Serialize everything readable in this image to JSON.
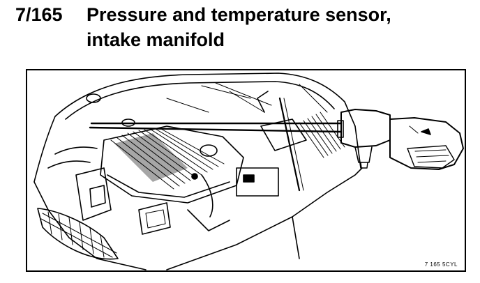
{
  "section": {
    "number": "7/165",
    "title_line1": "Pressure and temperature sensor,",
    "title_line2": "intake manifold"
  },
  "figure": {
    "reference": "7 165 5CYL"
  }
}
